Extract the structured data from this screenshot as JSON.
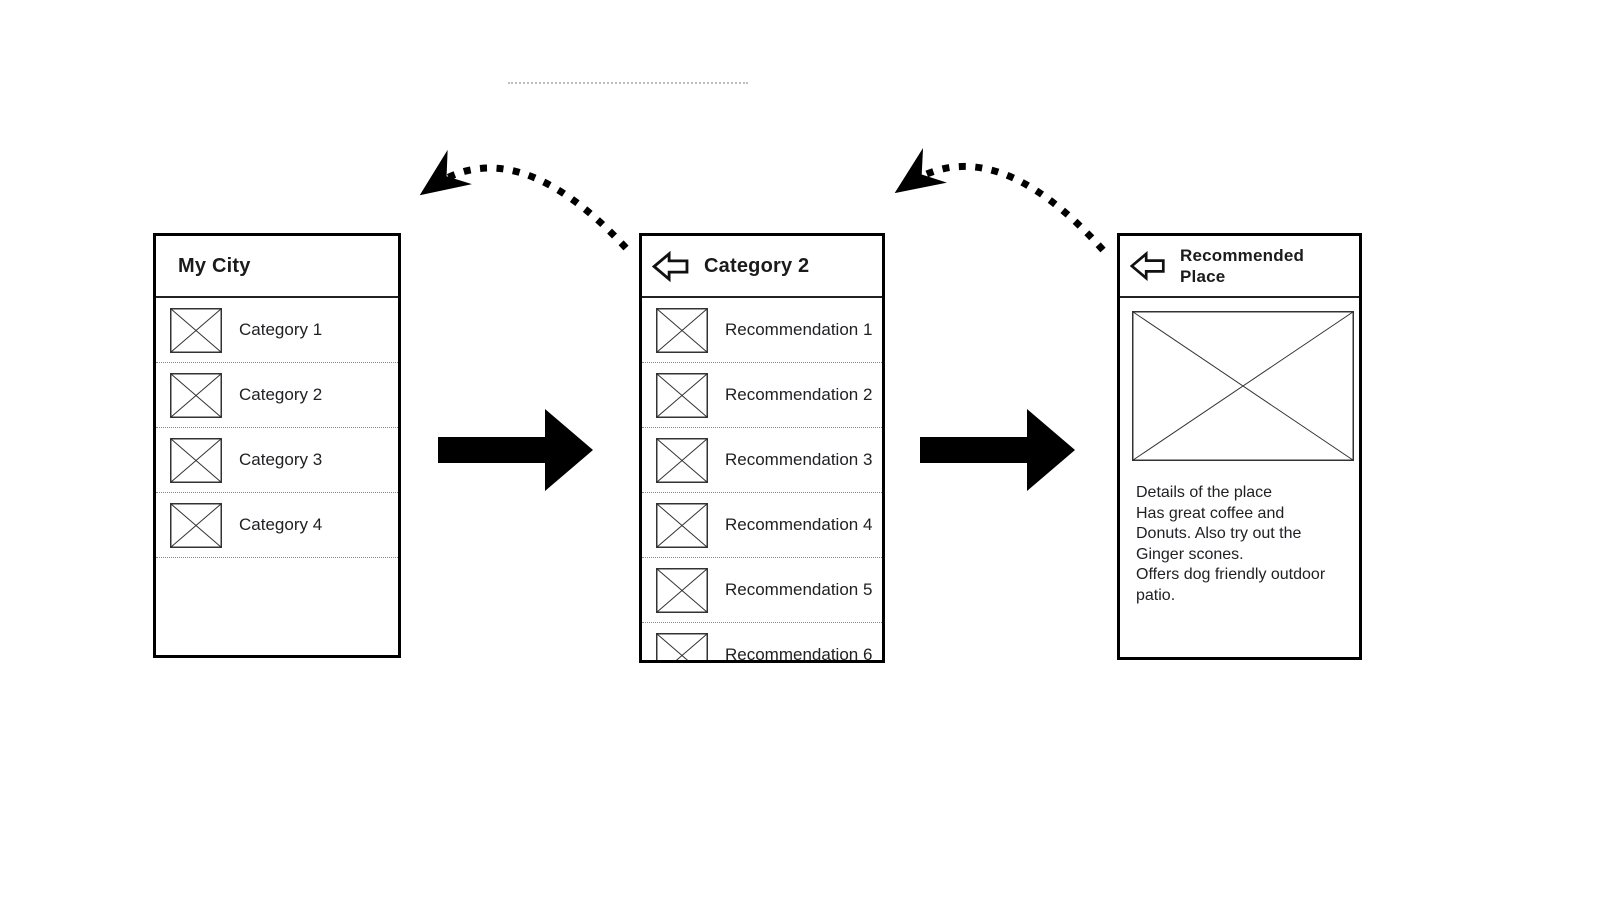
{
  "diagram": {
    "colors": {
      "ink": "#000000",
      "text": "#202124",
      "separator": "#8a8a8a",
      "faint_line": "#bdbdbd"
    },
    "screens": {
      "my_city": {
        "title": "My City",
        "items": [
          {
            "label": "Category 1"
          },
          {
            "label": "Category 2"
          },
          {
            "label": "Category 3"
          },
          {
            "label": "Category 4"
          }
        ]
      },
      "category": {
        "title": "Category 2",
        "items": [
          {
            "label": "Recommendation 1"
          },
          {
            "label": "Recommendation 2"
          },
          {
            "label": "Recommendation 3"
          },
          {
            "label": "Recommendation 4"
          },
          {
            "label": "Recommendation 5"
          },
          {
            "label": "Recommendation 6"
          }
        ]
      },
      "place": {
        "title": "Recommended Place",
        "details": "Details of the place\nHas great coffee and\nDonuts. Also try out the\nGinger scones.\nOffers dog friendly outdoor\npatio."
      }
    }
  }
}
